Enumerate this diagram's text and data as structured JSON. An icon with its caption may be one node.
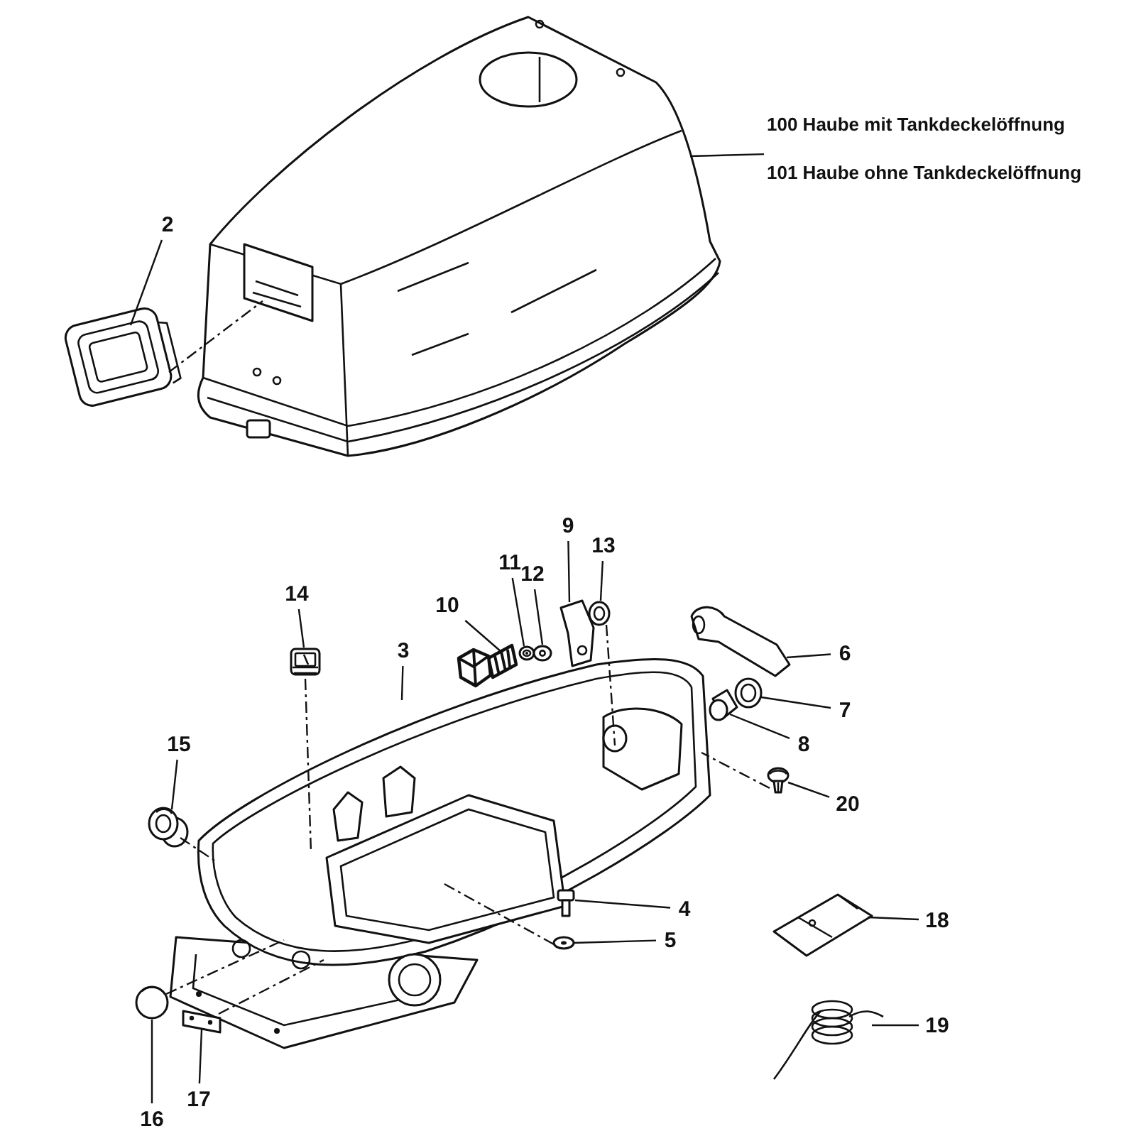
{
  "diagram": {
    "nodes": [
      {
        "text": [
          "100 Haube mit Tankdeckelöffnung",
          "101 Haube ohne Tankdeckelöffnung"
        ]
      },
      {
        "text": [],
        "shape": "picture"
      },
      {
        "text": [
          "2"
        ]
      },
      {
        "text": [],
        "shape": "picture"
      },
      {
        "text": [
          "11"
        ]
      },
      {
        "text": [],
        "shape": "picture"
      },
      {
        "text": [
          "9"
        ]
      },
      {
        "text": [],
        "shape": "picture"
      },
      {
        "text": [
          "13"
        ]
      },
      {
        "text": [],
        "shape": "picture"
      },
      {
        "text": [
          "12"
        ]
      },
      {
        "text": [],
        "shape": "picture"
      },
      {
        "text": [
          "10"
        ]
      },
      {
        "text": [],
        "shape": "picture"
      },
      {
        "text": [
          "14"
        ]
      },
      {
        "text": [],
        "shape": "picture"
      },
      {
        "text": [
          "3"
        ]
      },
      {
        "text": [],
        "shape": "picture"
      },
      {
        "text": [
          "6"
        ]
      },
      {
        "text": [],
        "shape": "picture"
      },
      {
        "text": [
          "7"
        ]
      },
      {
        "text": [],
        "shape": "picture"
      },
      {
        "text": [
          "15"
        ]
      },
      {
        "text": [],
        "shape": "picture"
      },
      {
        "text": [
          "8"
        ]
      },
      {
        "text": [],
        "shape": "picture"
      },
      {
        "text": [
          "20"
        ]
      },
      {
        "text": [],
        "shape": "picture"
      },
      {
        "text": [
          "4"
        ]
      },
      {
        "text": [],
        "shape": "picture"
      },
      {
        "text": [
          "18"
        ]
      },
      {
        "text": [],
        "shape": "picture"
      },
      {
        "text": [
          "5"
        ]
      },
      {
        "text": [],
        "shape": "picture"
      },
      {
        "text": [
          "19"
        ]
      },
      {
        "text": [],
        "shape": "picture"
      },
      {
        "text": [
          "16"
        ]
      },
      {
        "text": [],
        "shape": "picture"
      },
      {
        "text": [
          "17"
        ]
      },
      {
        "text": [],
        "shape": "picture"
      }
    ],
    "edges": [
      {
        "from": 0,
        "to": 1,
        "arrow": "none"
      },
      {
        "from": 2,
        "to": 3,
        "arrow": "none"
      },
      {
        "from": 4,
        "to": 5,
        "arrow": "none"
      },
      {
        "from": 6,
        "to": 7,
        "arrow": "none"
      },
      {
        "from": 8,
        "to": 9,
        "arrow": "none"
      },
      {
        "from": 10,
        "to": 11,
        "arrow": "none"
      },
      {
        "from": 12,
        "to": 13,
        "arrow": "none"
      },
      {
        "from": 14,
        "to": 15,
        "arrow": "none"
      },
      {
        "from": 16,
        "to": 17,
        "arrow": "none"
      },
      {
        "from": 18,
        "to": 19,
        "arrow": "none"
      },
      {
        "from": 20,
        "to": 21,
        "arrow": "none"
      },
      {
        "from": 22,
        "to": 23,
        "arrow": "none"
      },
      {
        "from": 24,
        "to": 25,
        "arrow": "none"
      },
      {
        "from": 26,
        "to": 27,
        "arrow": "none"
      },
      {
        "from": 28,
        "to": 29,
        "arrow": "none"
      },
      {
        "from": 30,
        "to": 31,
        "arrow": "none"
      },
      {
        "from": 32,
        "to": 33,
        "arrow": "none"
      },
      {
        "from": 34,
        "to": 35,
        "arrow": "none"
      },
      {
        "from": 36,
        "to": 37,
        "arrow": "none"
      },
      {
        "from": 38,
        "to": 39,
        "arrow": "none"
      },
      {
        "from": 3,
        "to": 1,
        "arrow": "none",
        "style": "dashed"
      },
      {
        "from": 15,
        "to": 17,
        "arrow": "none",
        "style": "dashed"
      },
      {
        "from": 23,
        "to": 17,
        "arrow": "none",
        "style": "dashed"
      },
      {
        "from": 37,
        "to": 17,
        "arrow": "none",
        "style": "dashed"
      },
      {
        "from": 39,
        "to": 17,
        "arrow": "none",
        "style": "dashed"
      },
      {
        "from": 33,
        "to": 17,
        "arrow": "none",
        "style": "dashed"
      },
      {
        "from": 9,
        "to": 17,
        "arrow": "none",
        "style": "dashed"
      },
      {
        "from": 27,
        "to": 17,
        "arrow": "none",
        "style": "dashed"
      }
    ]
  }
}
